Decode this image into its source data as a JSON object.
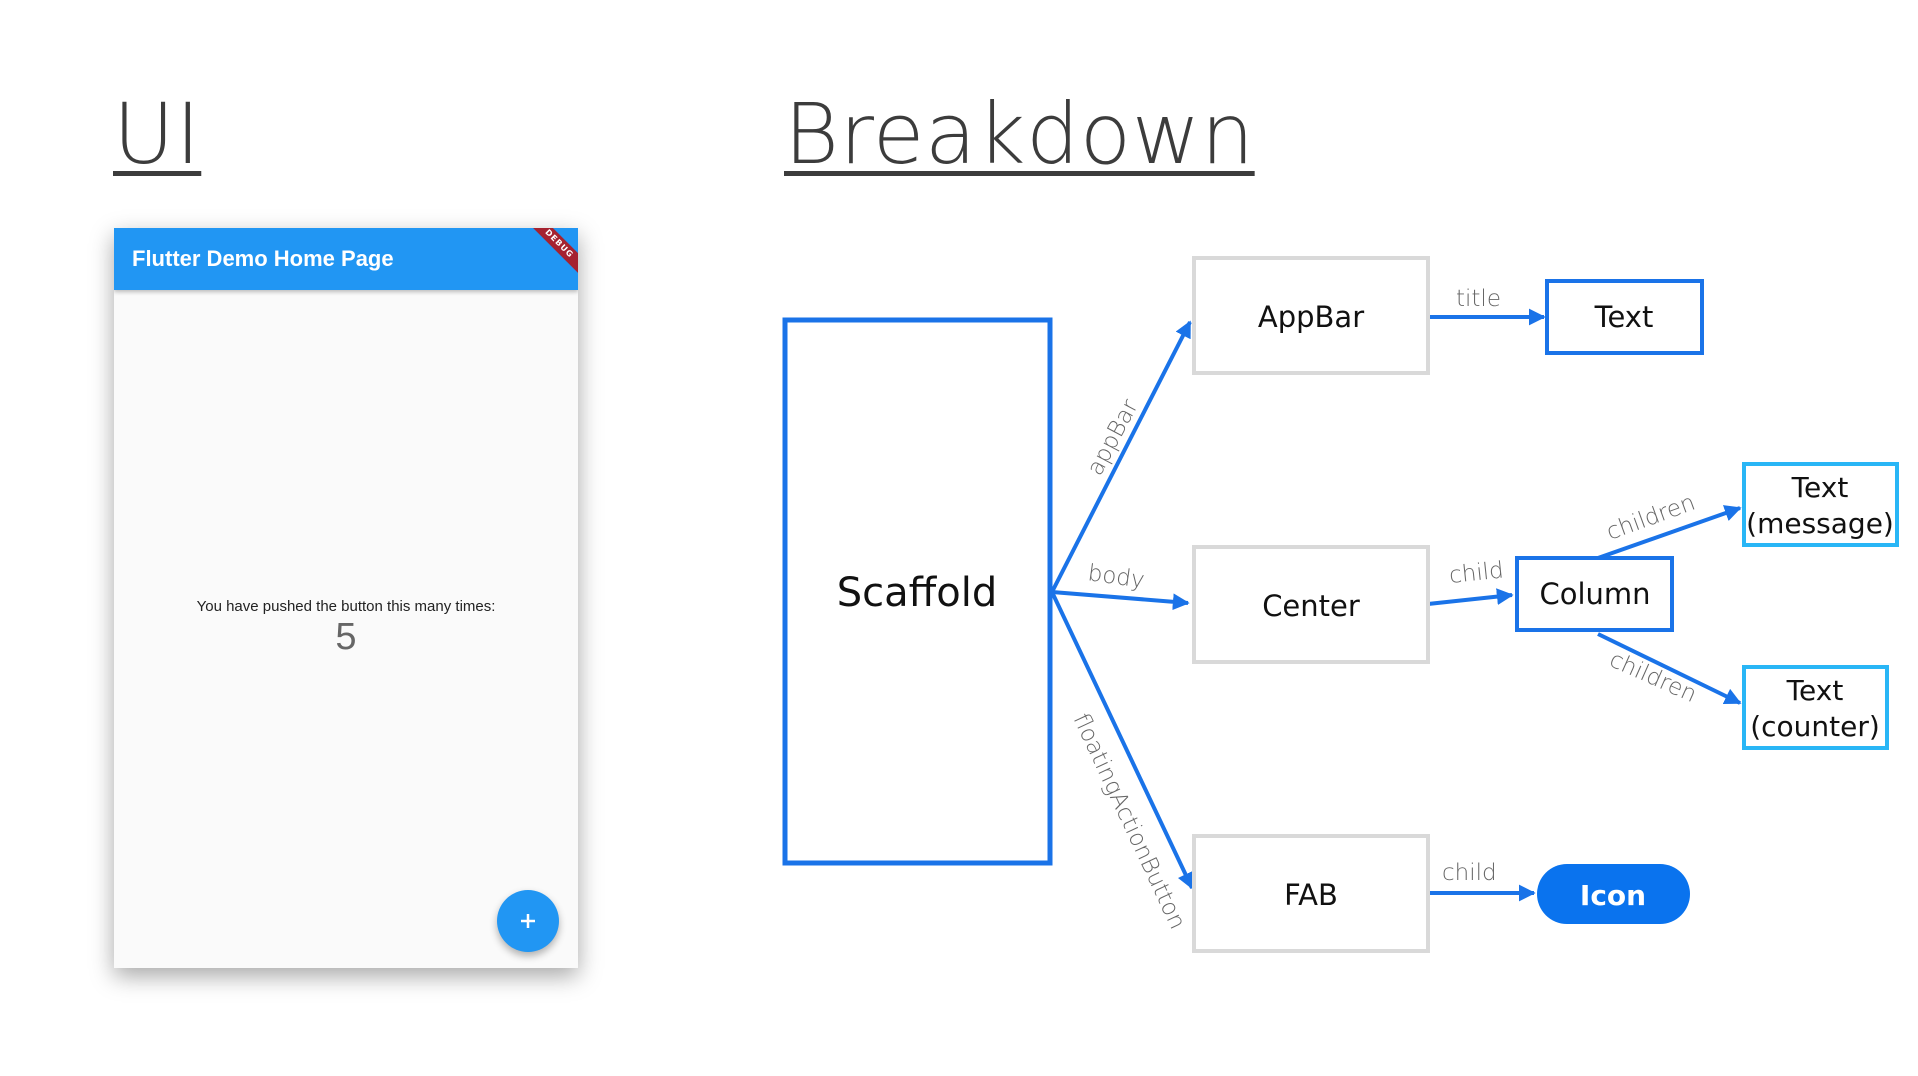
{
  "headings": {
    "ui": "UI",
    "breakdown": "Breakdown"
  },
  "phone": {
    "appbar_title": "Flutter Demo Home Page",
    "debug_banner": "DEBUG",
    "message": "You have pushed the button this many times:",
    "counter": "5",
    "fab_icon": "plus-icon",
    "colors": {
      "primary": "#2196f3",
      "background": "#fafafa",
      "banner": "#a52230"
    }
  },
  "diagram": {
    "nodes": {
      "scaffold": "Scaffold",
      "appbar": "AppBar",
      "appbar_text": "Text",
      "center": "Center",
      "column": "Column",
      "text_message_line1": "Text",
      "text_message_line2": "(message)",
      "text_counter_line1": "Text",
      "text_counter_line2": "(counter)",
      "fab": "FAB",
      "icon": "Icon"
    },
    "edges": {
      "appbar": "appBar",
      "body": "body",
      "fab": "floatingActionButton",
      "title": "title",
      "center_child": "child",
      "children_message": "children",
      "children_counter": "children",
      "fab_child": "child"
    },
    "colors": {
      "blue": "#1a73e8",
      "cyan": "#29b6f6",
      "light_border": "#d9d9d9",
      "icon_pill": "#0a73ee"
    }
  }
}
